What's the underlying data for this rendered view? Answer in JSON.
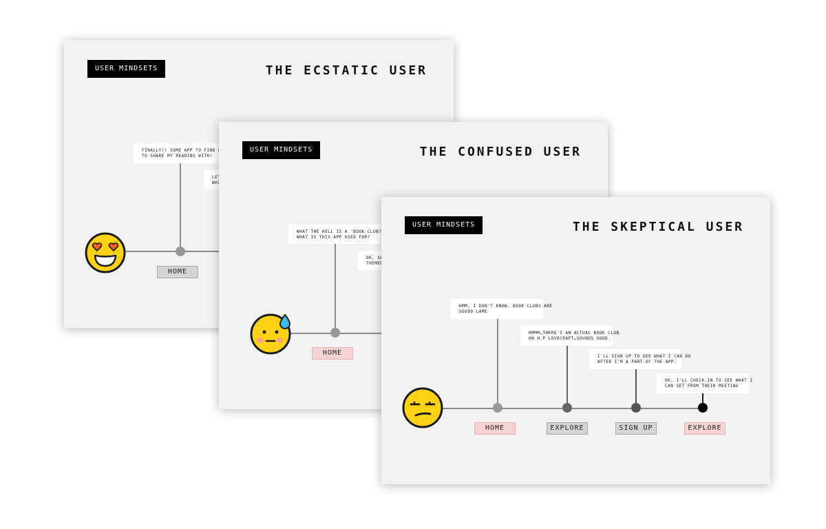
{
  "cards": [
    {
      "tag": "USER MINDSETS",
      "title": "THE ECSTATIC USER",
      "emoji": "heart-eyes-face-icon",
      "bubbles": [
        "FINALLY!! SOME APP TO FIND PEOPLE\nTO SHARE MY READING WITH!",
        "LET\nWHI"
      ],
      "stages": [
        "HOME"
      ]
    },
    {
      "tag": "USER MINDSETS",
      "title": "THE CONFUSED USER",
      "emoji": "sweat-face-icon",
      "bubbles": [
        "WHAT THE HELL IS A 'BOOK CLUB?'.\nWHAT IS THIS APP USED FOR?",
        "OK, SO\nTHEMED"
      ],
      "stages": [
        "HOME"
      ]
    },
    {
      "tag": "USER MINDSETS",
      "title": "THE SKEPTICAL USER",
      "emoji": "unamused-face-icon",
      "bubbles": [
        "HMM, I DON'T KNOW. BOOK CLUBS ARE\nSOOOO LAME",
        "HMMM…THERE'S AN ACTUAL BOOK CLUB\nON H.P LOVECRAFT…SOUNDS GOOD",
        "I'LL SIGN UP TO SEE WHAT I CAN DO\nAFTER I'M A PART OF THE APP.",
        "OK, I'LL CHECK-IN TO SEE WHAT I\nCAN GET FROM THEIR MEETING"
      ],
      "stages": [
        "HOME",
        "EXPLORE",
        "SIGN UP",
        "EXPLORE"
      ]
    }
  ],
  "colors": {
    "card_bg": "#f2f2f2",
    "tag_bg": "#000000",
    "stage_gray": "#d4d4d4",
    "stage_pink": "#f6d3d3",
    "emoji_yellow": "#fcd116",
    "heart_orange": "#f26522",
    "sweat_blue": "#3dbbe8"
  }
}
